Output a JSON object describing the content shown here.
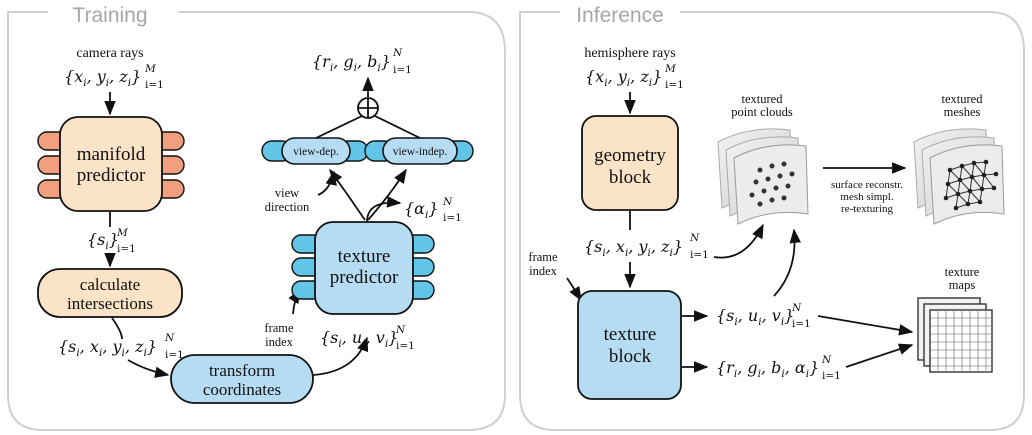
{
  "training": {
    "panel_title": "Training",
    "camera_rays_label": "camera rays",
    "camera_rays_set": "{xi, yi, zi} i=1..M",
    "manifold_predictor_line1": "manifold",
    "manifold_predictor_line2": "predictor",
    "s_set": "{si} i=1..M",
    "calc_line1": "calculate",
    "calc_line2": "intersections",
    "sxyz_set": "{si, xi, yi, zi} i=1..N",
    "transform_line1": "transform",
    "transform_line2": "coordinates",
    "frame_index_line1": "frame",
    "frame_index_line2": "index",
    "suv_set": "{si, ui, vi} i=1..N",
    "texture_line1": "texture",
    "texture_line2": "predictor",
    "alpha_set": "{αi} i=1..N",
    "view_dep": "view-dep.",
    "view_indep": "view-indep.",
    "view_direction_line1": "view",
    "view_direction_line2": "direction",
    "rgb_set": "{ri, gi, bi} i=1..N"
  },
  "inference": {
    "panel_title": "Inference",
    "hemisphere_rays_label": "hemisphere rays",
    "hemisphere_rays_set": "{xi, yi, zi} i=1..M",
    "geometry_line1": "geometry",
    "geometry_line2": "block",
    "sxyz_set": "{si, xi, yi, zi} i=1..N",
    "frame_index_line1": "frame",
    "frame_index_line2": "index",
    "texture_line1": "texture",
    "texture_line2": "block",
    "suv_set": "{si, ui, vi} i=1..N",
    "rgba_set": "{ri, gi, bi, αi} i=1..N",
    "textured_pc_line1": "textured",
    "textured_pc_line2": "point clouds",
    "textured_meshes_line1": "textured",
    "textured_meshes_line2": "meshes",
    "surface_line1": "surface reconstr.",
    "surface_line2": "mesh simpl.",
    "surface_line3": "re-texturing",
    "texture_maps_line1": "texture",
    "texture_maps_line2": "maps"
  },
  "colors": {
    "orange_fill": "#fbe3c7",
    "orange_port": "#f0a07e",
    "blue_fill": "#b5dcf2",
    "blue_port": "#62c4e6",
    "panel_border": "#d0d0d0"
  }
}
